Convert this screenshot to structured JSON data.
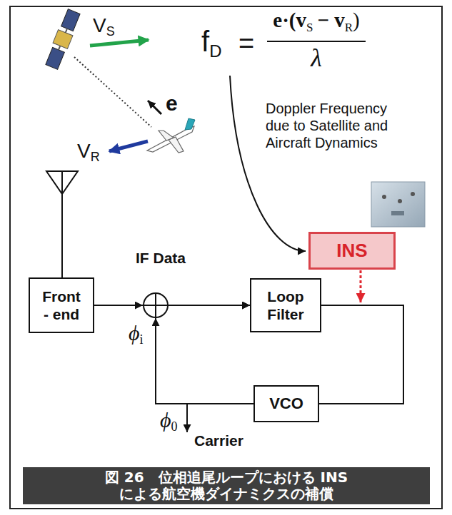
{
  "diagram": {
    "caption": "図 26　位相追尾ループにおける INS による航空機ダイナミクスの補償",
    "nodes": [
      {
        "text": [
          "INS"
        ]
      },
      {
        "text": [
          "Front - end"
        ]
      },
      {
        "text": [
          "Loop Filter"
        ]
      },
      {
        "text": [
          "VCO"
        ]
      }
    ],
    "edges": [
      {
        "from": 1,
        "to": 2,
        "arrow": "to"
      },
      {
        "from": 2,
        "to": 3,
        "arrow": "none"
      },
      {
        "from": 3,
        "to": 2,
        "arrow": "to"
      }
    ],
    "labels": [
      "f",
      "D",
      "=",
      "e·(v",
      "S",
      "− v",
      "R",
      ")",
      "λ",
      "Doppler Frequency due to Satellite and Aircraft Dynamics",
      "V",
      "S",
      "e",
      "V",
      "R",
      "IF Data",
      "ϕ",
      "i",
      "ϕ",
      "0",
      "Carrier"
    ]
  }
}
